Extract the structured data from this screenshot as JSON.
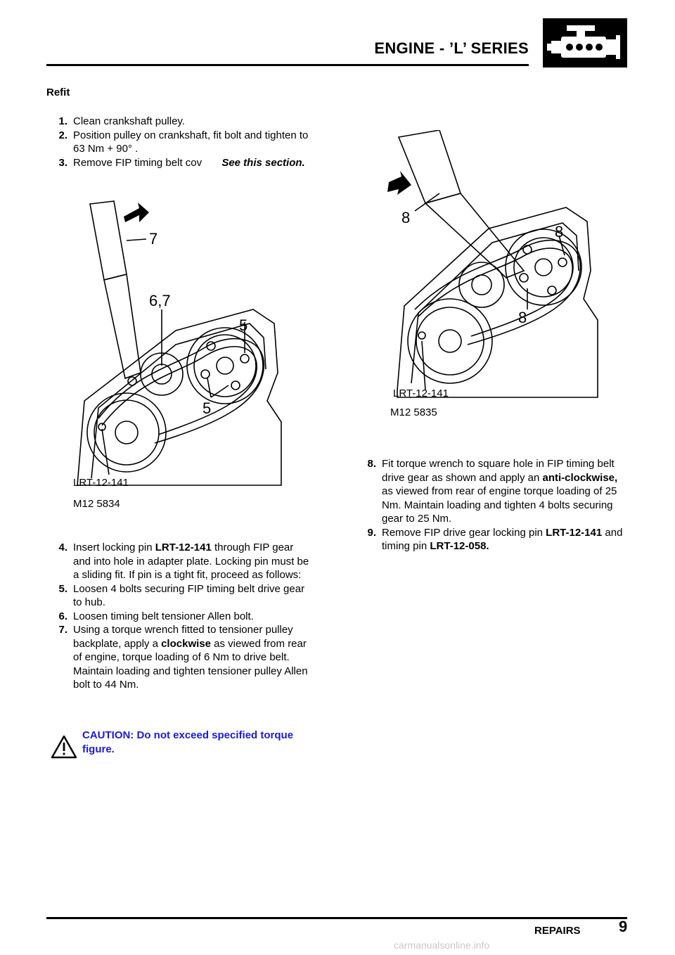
{
  "header": {
    "title": "ENGINE - ’L’ SERIES",
    "icon": "engine-icon"
  },
  "section_heading": "Refit",
  "steps_top": [
    {
      "num": "1.",
      "text": "Clean crankshaft pulley."
    },
    {
      "num": "2.",
      "text": "Position pulley on crankshaft, fit bolt and tighten to 63 Nm + 90° ."
    },
    {
      "num": "3.",
      "text": "Remove FIP timing belt cov",
      "ref": "See this section."
    }
  ],
  "figure_left": {
    "callouts": [
      "7",
      "6,7",
      "5",
      "5"
    ],
    "tool_label": "LRT-12-141",
    "fig_code": "M12 5834"
  },
  "figure_right": {
    "callouts": [
      "8",
      "8",
      "8"
    ],
    "tool_label": "LRT-12-141",
    "fig_code": "M12 5835"
  },
  "steps_left": [
    {
      "num": "4.",
      "pre": "Insert locking pin ",
      "bold": "LRT-12-141",
      "post": "  through FIP gear and into hole in adapter plate. Locking pin must be a sliding fit. If pin is a tight fit, proceed as follows:"
    },
    {
      "num": "5.",
      "pre": "Loosen 4 bolts securing FIP timing belt drive gear to hub.",
      "bold": "",
      "post": ""
    },
    {
      "num": "6.",
      "pre": "Loosen timing belt tensioner Allen bolt.",
      "bold": "",
      "post": ""
    },
    {
      "num": "7.",
      "pre": "Using a torque wrench fitted to tensioner pulley backplate, apply a ",
      "bold": "clockwise",
      "post": " as viewed from rear of engine, torque loading of 6 Nm to drive belt. Maintain loading and tighten tensioner pulley Allen bolt to 44 Nm."
    }
  ],
  "caution": {
    "text": "CAUTION: Do not exceed specified torque figure.",
    "icon": "warning-triangle-icon",
    "color": "#1a1ad6"
  },
  "steps_right": [
    {
      "num": "8.",
      "pre": "Fit torque wrench to square hole in FIP timing belt drive gear as shown and apply an ",
      "bold": "anti-clockwise,",
      "post": " as viewed from rear of engine torque loading of 25 Nm. Maintain loading and tighten 4 bolts securing gear to 25 Nm."
    },
    {
      "num": "9.",
      "pre": "Remove FIP drive gear locking pin ",
      "bold": "LRT-12-141",
      "post": " and timing pin ",
      "bold2": "LRT-12-058."
    }
  ],
  "footer": {
    "section": "REPAIRS",
    "page": "9"
  },
  "watermark": "carmanualsonline.info"
}
